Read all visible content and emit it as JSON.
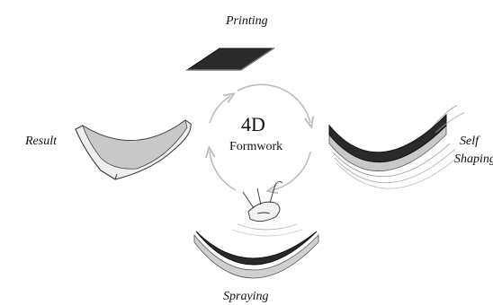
{
  "center": {
    "title": "4D",
    "subtitle": "Formwork"
  },
  "stages": {
    "printing": {
      "label": "Printing"
    },
    "self_shaping": {
      "label_line1": "Self",
      "label_line2": "Shaping"
    },
    "spraying": {
      "label": "Spraying"
    },
    "result": {
      "label": "Result"
    }
  },
  "colors": {
    "dark_fill": "#2a2a2a",
    "result_fill": "#c8c8c8",
    "outline": "#333333",
    "arrow": "#bdbdbd"
  }
}
